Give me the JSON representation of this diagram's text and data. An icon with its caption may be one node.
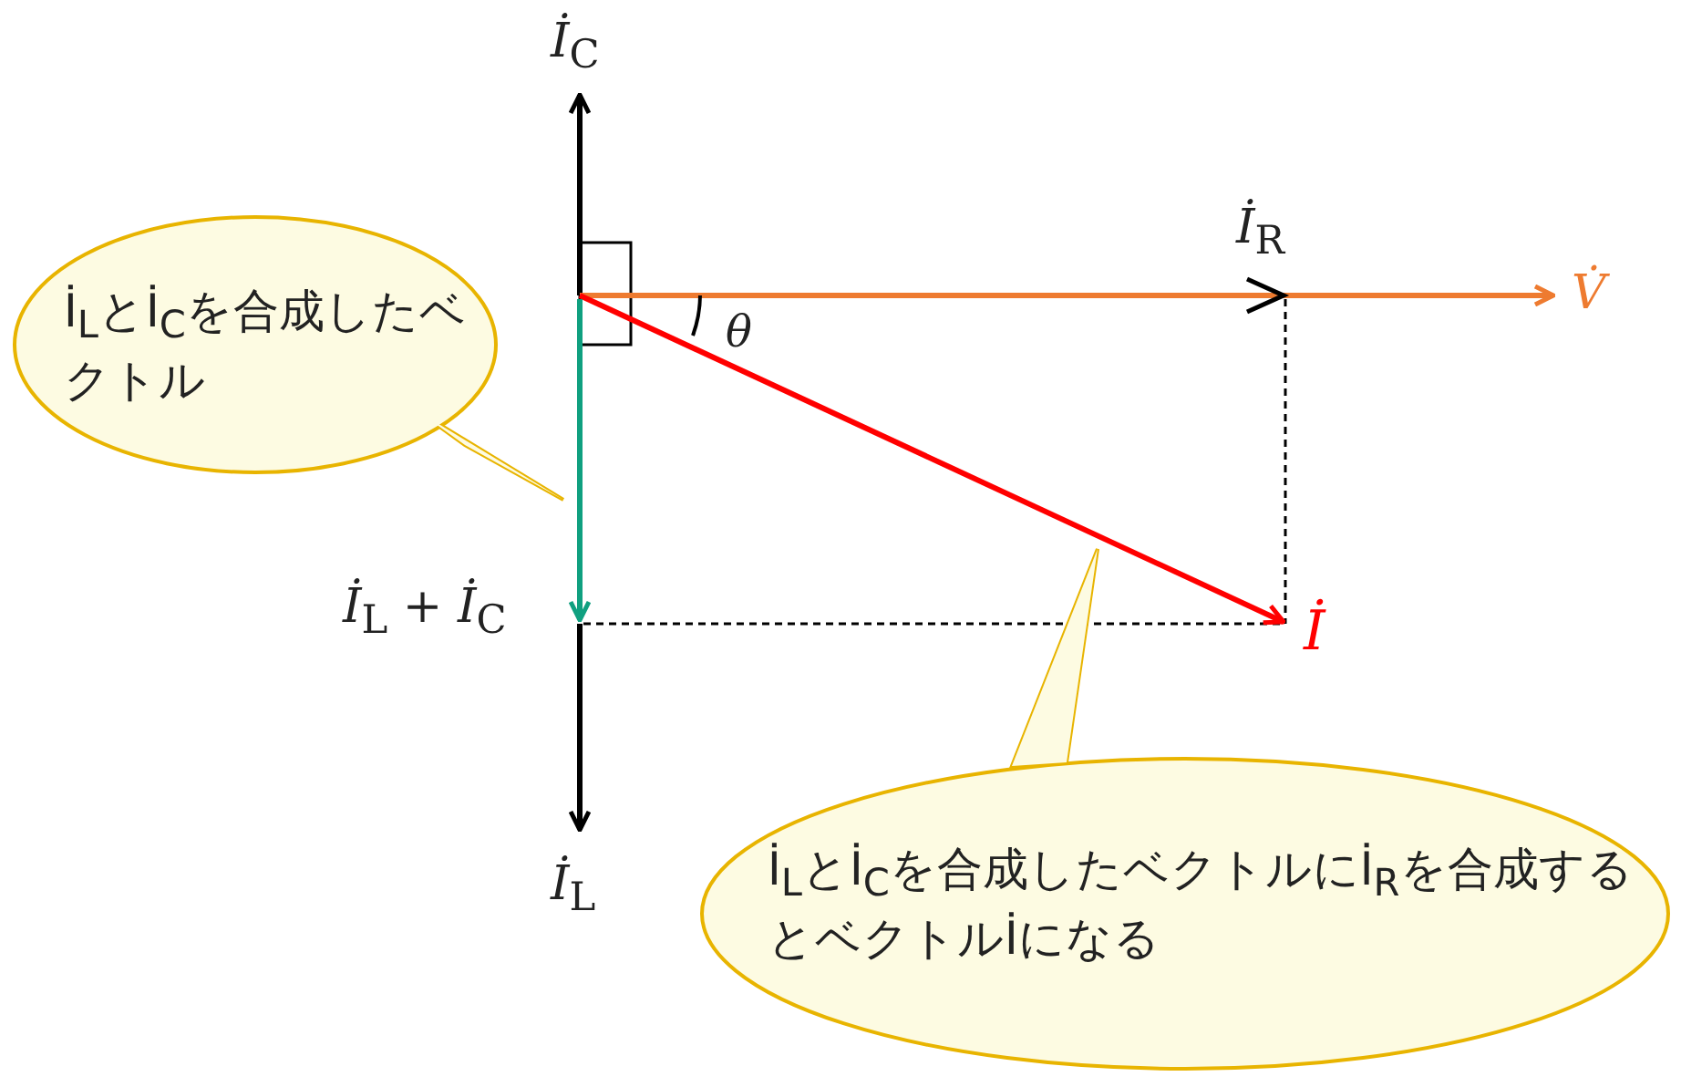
{
  "diagram": {
    "nodes": [
      {
        "text": [
          "İ$_{L}$とİ$_{C}$を合成したベクトル"
        ]
      },
      {
        "text": [
          "İ$_{L}$とİ$_{C}$を合成したベクトルにİ$_{R}$を合成するとベクトルİになる"
        ]
      }
    ],
    "edges": [],
    "labels": [
      "*İ*$_{C}$",
      "*İ*$_{R}$",
      "V̇",
      "θ",
      "*İ*$_{L}$ + *İ*$_{C}$",
      "İ",
      "*İ*$_{L}$"
    ]
  }
}
